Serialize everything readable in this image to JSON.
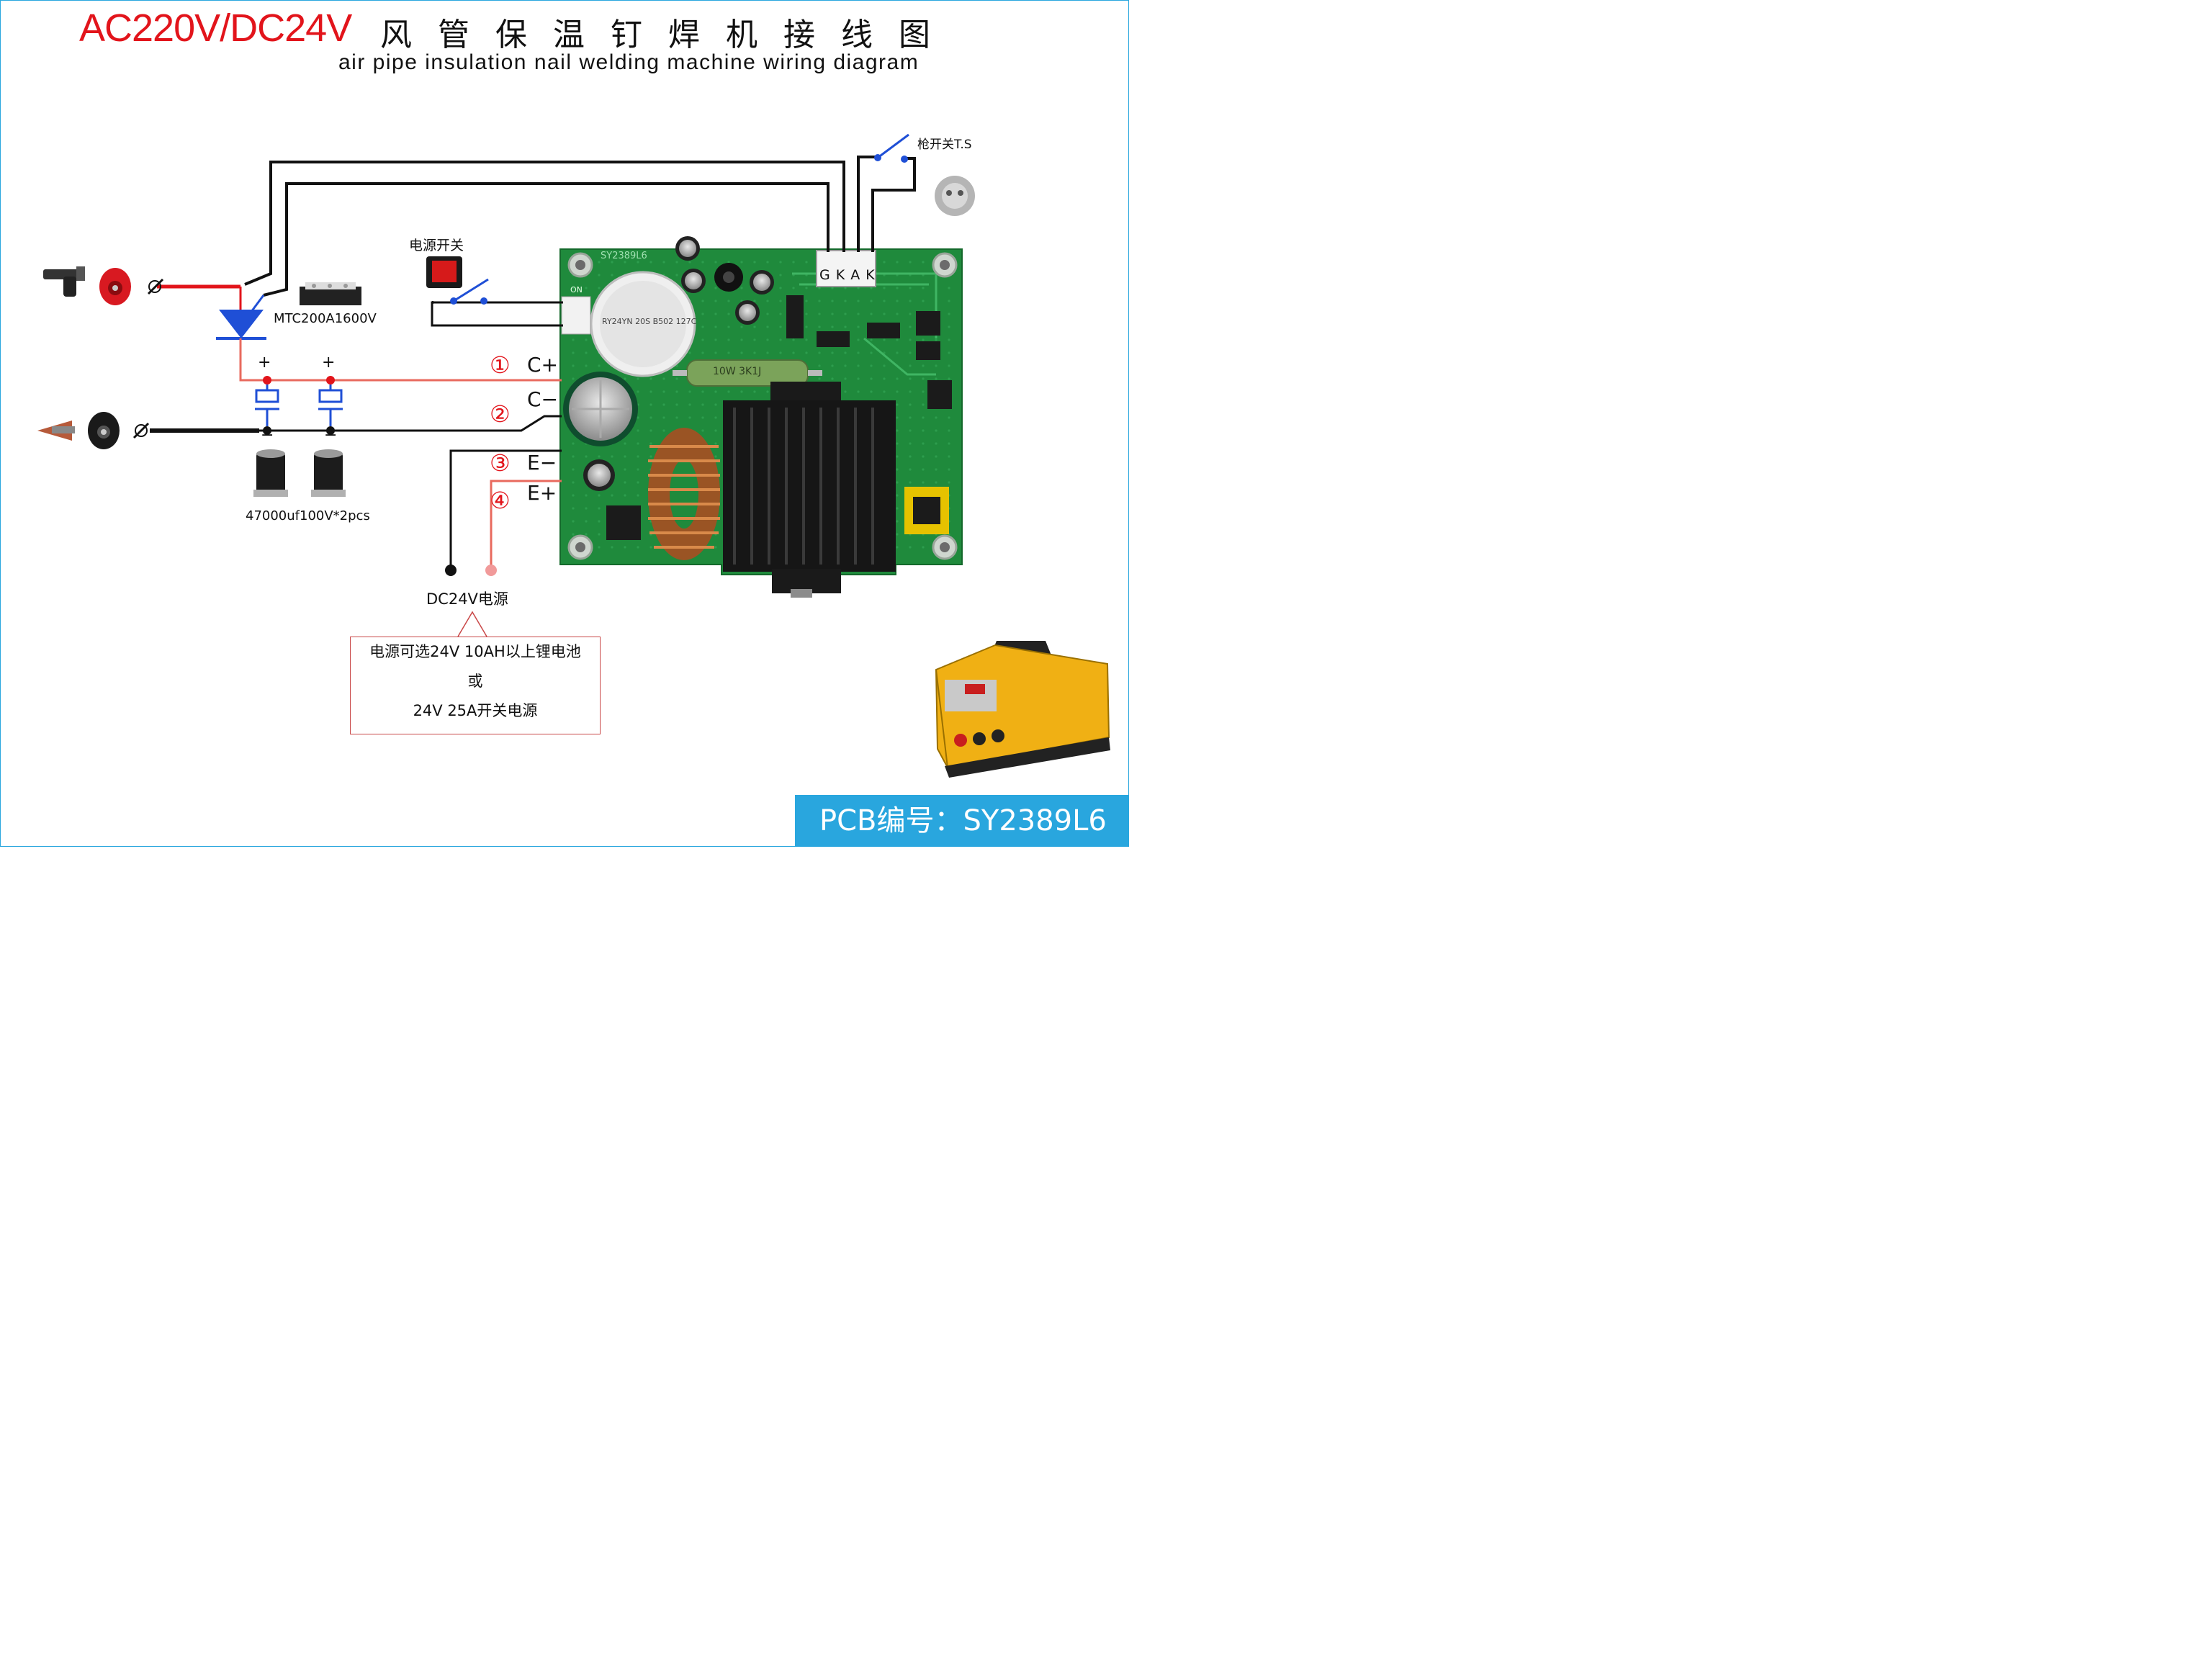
{
  "title": {
    "main_red": "AC220V/DC24V",
    "main_cn": "风管保温钉焊机接线图",
    "subtitle": "air pipe insulation nail welding machine wiring diagram"
  },
  "labels": {
    "thyristor_model": "MTC200A1600V",
    "capacitor_spec": "47000uf100V*2pcs",
    "power_switch": "电源开关",
    "gun_switch": "枪开关T.S",
    "connector_pins": "G K A K",
    "dc_power": "DC24V电源",
    "terminal_c_plus": "C+",
    "terminal_c_minus": "C−",
    "terminal_e_minus": "E−",
    "terminal_e_plus": "E+",
    "num_1": "①",
    "num_2": "②",
    "num_3": "③",
    "num_4": "④",
    "plus_1": "+",
    "plus_2": "+",
    "minus_1": "−",
    "minus_2": "−",
    "pcb_on": "ON",
    "pcb_silk": "SY2389L6",
    "relay_text": "RY24YN 20S B502 127C",
    "resistor_text": "10W 3K1J"
  },
  "note": {
    "line1": "电源可选24V 10AH以上锂电池",
    "line2": "或",
    "line3": "24V 25A开关电源"
  },
  "pcb_tag": "PCB编号：SY2389L6",
  "colors": {
    "red_wire": "#e2141b",
    "light_red_wire": "#e86a5e",
    "blue_component": "#1f4fd6",
    "pcb_green": "#1f8a3c",
    "accent_blue": "#29a6de"
  }
}
